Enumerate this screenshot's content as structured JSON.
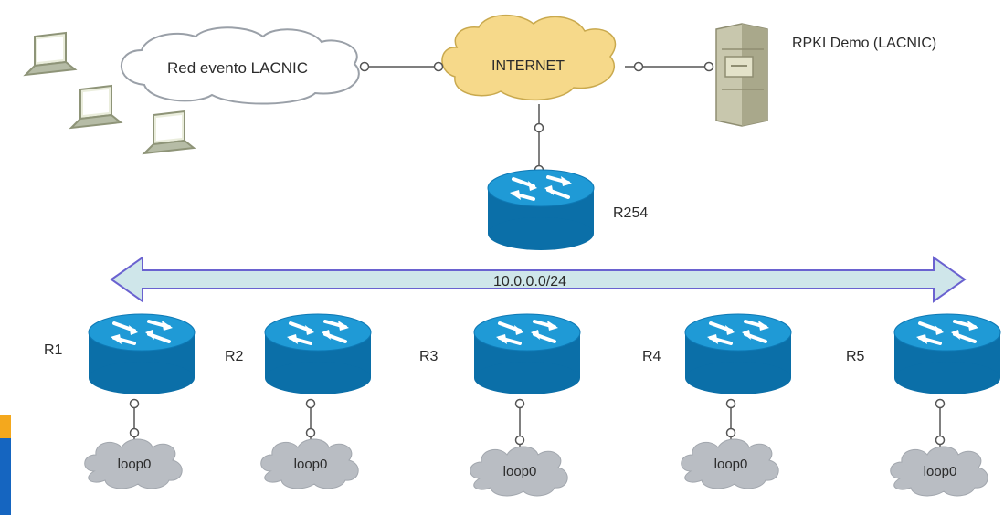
{
  "clouds": {
    "event": "Red evento LACNIC",
    "internet": "INTERNET"
  },
  "server": {
    "label": "RPKI Demo (LACNIC)"
  },
  "core_router": {
    "label": "R254"
  },
  "segment": {
    "label": "10.0.0.0/24"
  },
  "routers": [
    {
      "label": "R1",
      "loop": "loop0"
    },
    {
      "label": "R2",
      "loop": "loop0"
    },
    {
      "label": "R3",
      "loop": "loop0"
    },
    {
      "label": "R4",
      "loop": "loop0"
    },
    {
      "label": "R5",
      "loop": "loop0"
    }
  ],
  "colors": {
    "router_top": "#1f9ad6",
    "router_side": "#0b6fa8",
    "internet_cloud": "#f6d98a",
    "event_cloud": "#ffffff",
    "loop_cloud": "#b9bdc3",
    "segment_fill": "#cfe6ea",
    "segment_stroke": "#6a62d0",
    "laptop": "#b6bca6",
    "server": "#c8c7ad",
    "accent_blue": "#1565c0",
    "accent_orange": "#f4a81d"
  }
}
